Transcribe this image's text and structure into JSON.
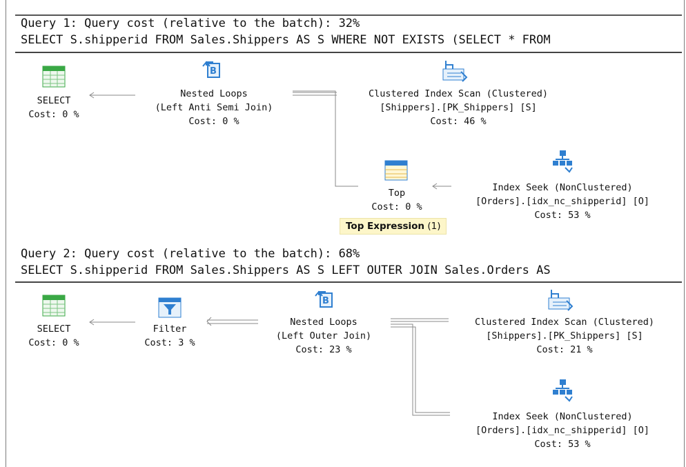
{
  "query1": {
    "header": "Query 1: Query cost (relative to the batch): 32%",
    "sql": "SELECT S.shipperid FROM Sales.Shippers AS S WHERE NOT EXISTS (SELECT * FROM",
    "nodes": {
      "select": {
        "label": "SELECT",
        "cost": "Cost: 0 %"
      },
      "nested_loops": {
        "label": "Nested Loops",
        "detail": "(Left Anti Semi Join)",
        "cost": "Cost: 0 %"
      },
      "clustered_scan": {
        "label": "Clustered Index Scan (Clustered)",
        "detail": "[Shippers].[PK_Shippers] [S]",
        "cost": "Cost: 46 %"
      },
      "top": {
        "label": "Top",
        "cost": "Cost: 0 %",
        "tooltip_bold": "Top Expression",
        "tooltip_rest": " (1)"
      },
      "index_seek": {
        "label": "Index Seek (NonClustered)",
        "detail": "[Orders].[idx_nc_shipperid] [O]",
        "cost": "Cost: 53 %"
      }
    }
  },
  "query2": {
    "header": "Query 2: Query cost (relative to the batch): 68%",
    "sql": "SELECT S.shipperid FROM Sales.Shippers AS S LEFT OUTER JOIN Sales.Orders AS",
    "nodes": {
      "select": {
        "label": "SELECT",
        "cost": "Cost: 0 %"
      },
      "filter": {
        "label": "Filter",
        "cost": "Cost: 3 %"
      },
      "nested_loops": {
        "label": "Nested Loops",
        "detail": "(Left Outer Join)",
        "cost": "Cost: 23 %"
      },
      "clustered_scan": {
        "label": "Clustered Index Scan (Clustered)",
        "detail": "[Shippers].[PK_Shippers] [S]",
        "cost": "Cost: 21 %"
      },
      "index_seek": {
        "label": "Index Seek (NonClustered)",
        "detail": "[Orders].[idx_nc_shipperid] [O]",
        "cost": "Cost: 53 %"
      }
    }
  },
  "icons": {
    "select": "select-table-icon",
    "nested_loops": "nested-loops-icon",
    "clustered_scan": "clustered-index-scan-icon",
    "index_seek": "index-seek-icon",
    "top": "top-table-icon",
    "filter": "filter-funnel-icon"
  },
  "colors": {
    "tooltip_bg": "#fdf6c9",
    "icon_blue": "#2f7fd0",
    "icon_green": "#3aa845"
  }
}
